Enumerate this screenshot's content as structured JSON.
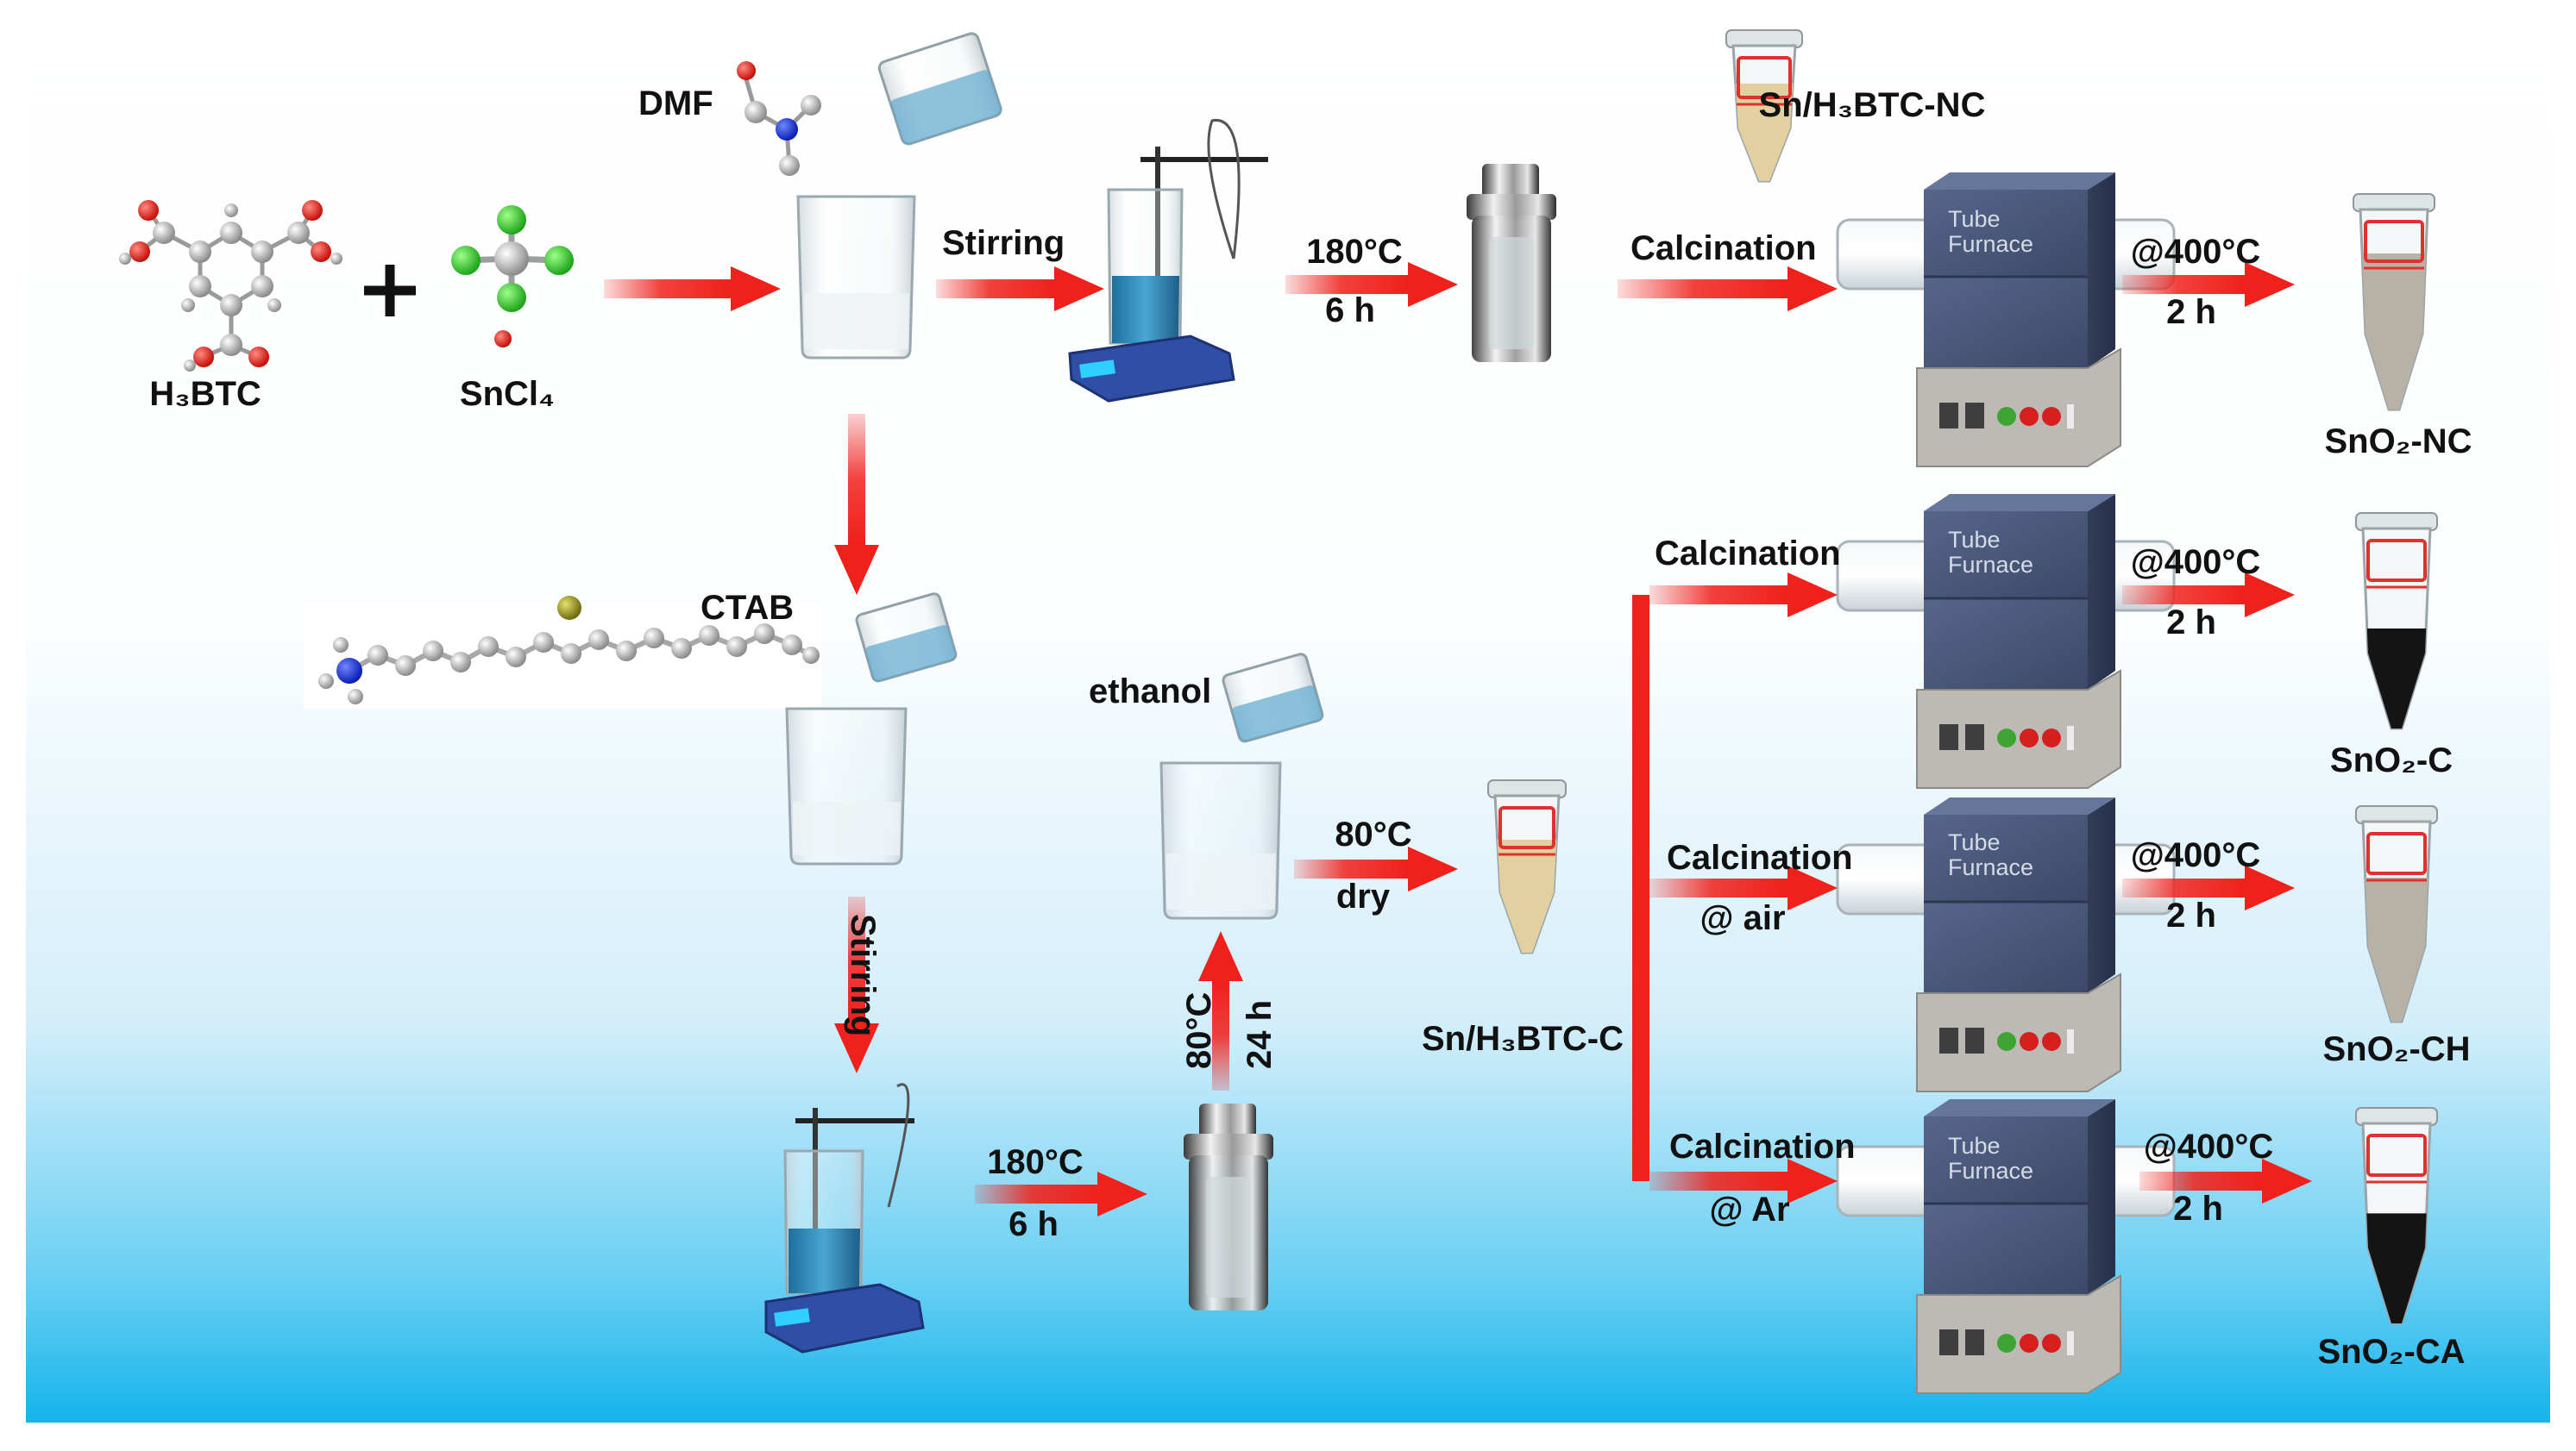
{
  "colors": {
    "arrow": "#f0201b",
    "bg_bottom": "#18b8ee",
    "furnace_body": "#4a5878",
    "furnace_base": "#bdbab5",
    "stirrer": "#2f4fa6",
    "liquid": "#2f86b6",
    "powder_tan": "#e3cfa0",
    "powder_grey": "#b8b2a6",
    "powder_dark": "#141414"
  },
  "labels": {
    "h3btc": "H₃BTC",
    "sncl4": "SnCl₄",
    "dmf": "DMF",
    "ctab": "CTAB",
    "ethanol": "ethanol",
    "stirring": "Stirring",
    "temp_180": "180°C",
    "time_6h": "6 h",
    "temp_80": "80°C",
    "time_24h": "24 h",
    "dry": "dry",
    "calcination": "Calcination",
    "at_air": "@ air",
    "at_ar": "@ Ar",
    "temp_400": "@400°C",
    "time_2h": "2 h",
    "product_nc_precursor": "Sn/H₃BTC-NC",
    "product_c_precursor": "Sn/H₃BTC-C",
    "sno2_nc": "SnO₂-NC",
    "sno2_c": "SnO₂-C",
    "sno2_ch": "SnO₂-CH",
    "sno2_ca": "SnO₂-CA",
    "furnace_tube": "Tube",
    "furnace_furnace": "Furnace",
    "plus": "+"
  }
}
